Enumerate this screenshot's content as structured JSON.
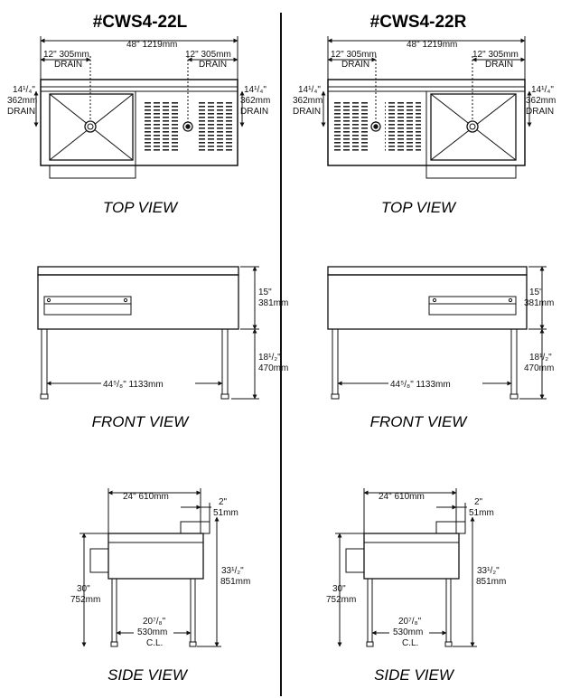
{
  "left": {
    "model": "#CWS4-22L",
    "top_view_label": "TOP VIEW",
    "front_view_label": "FRONT VIEW",
    "side_view_label": "SIDE VIEW"
  },
  "right": {
    "model": "#CWS4-22R",
    "top_view_label": "TOP VIEW",
    "front_view_label": "FRONT VIEW",
    "side_view_label": "SIDE VIEW"
  },
  "dims": {
    "overall_width": "48\"  1219mm",
    "drain_offset_in": "12\" 305mm",
    "drain_word": "DRAIN",
    "drain_depth_in": "14¹/₄\"",
    "drain_depth_mm": "362mm",
    "front_upper_in": "15\"",
    "front_upper_mm": "381mm",
    "front_leg_in": "18¹/₂\"",
    "front_leg_mm": "470mm",
    "leg_span": "44⁵/₈\"  1133mm",
    "side_depth": "24\"  610mm",
    "splash_in": "2\"",
    "splash_mm": "51mm",
    "side_height_in": "33¹/₂\"",
    "side_height_mm": "851mm",
    "side_work_in": "30\"",
    "side_work_mm": "752mm",
    "side_leg_in": "20⁷/₈\"",
    "side_leg_mm": "530mm",
    "side_leg_cl": "C.L."
  }
}
